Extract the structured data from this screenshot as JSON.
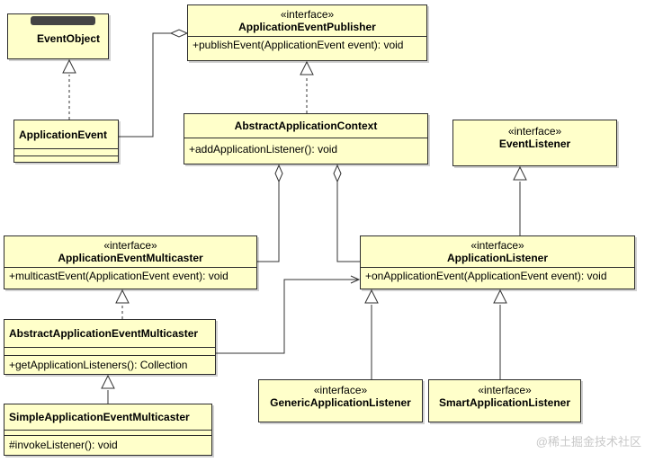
{
  "classes": {
    "event_object": {
      "name": "EventObject"
    },
    "application_event": {
      "name": "ApplicationEvent"
    },
    "application_event_publisher": {
      "stereotype": "«interface»",
      "name": "ApplicationEventPublisher",
      "operations": [
        "+publishEvent(ApplicationEvent event): void"
      ]
    },
    "abstract_application_context": {
      "name": "AbstractApplicationContext",
      "operations": [
        "+addApplicationListener(): void"
      ]
    },
    "event_listener": {
      "stereotype": "«interface»",
      "name": "EventListener"
    },
    "application_event_multicaster": {
      "stereotype": "«interface»",
      "name": "ApplicationEventMulticaster",
      "operations": [
        "+multicastEvent(ApplicationEvent event): void"
      ]
    },
    "application_listener": {
      "stereotype": "«interface»",
      "name": "ApplicationListener",
      "operations": [
        "+onApplicationEvent(ApplicationEvent event): void"
      ]
    },
    "abstract_application_event_multicaster": {
      "name": "AbstractApplicationEventMulticaster",
      "operations": [
        "+getApplicationListeners(): Collection"
      ]
    },
    "generic_application_listener": {
      "stereotype": "«interface»",
      "name": "GenericApplicationListener"
    },
    "smart_application_listener": {
      "stereotype": "«interface»",
      "name": "SmartApplicationListener"
    },
    "simple_application_event_multicaster": {
      "name": "SimpleApplicationEventMulticaster",
      "operations": [
        "#invokeListener(): void"
      ]
    }
  },
  "watermark": "@稀土掘金技术社区",
  "colors": {
    "class_fill": "#ffffca",
    "border": "#2c2c2c",
    "line": "#333333"
  }
}
